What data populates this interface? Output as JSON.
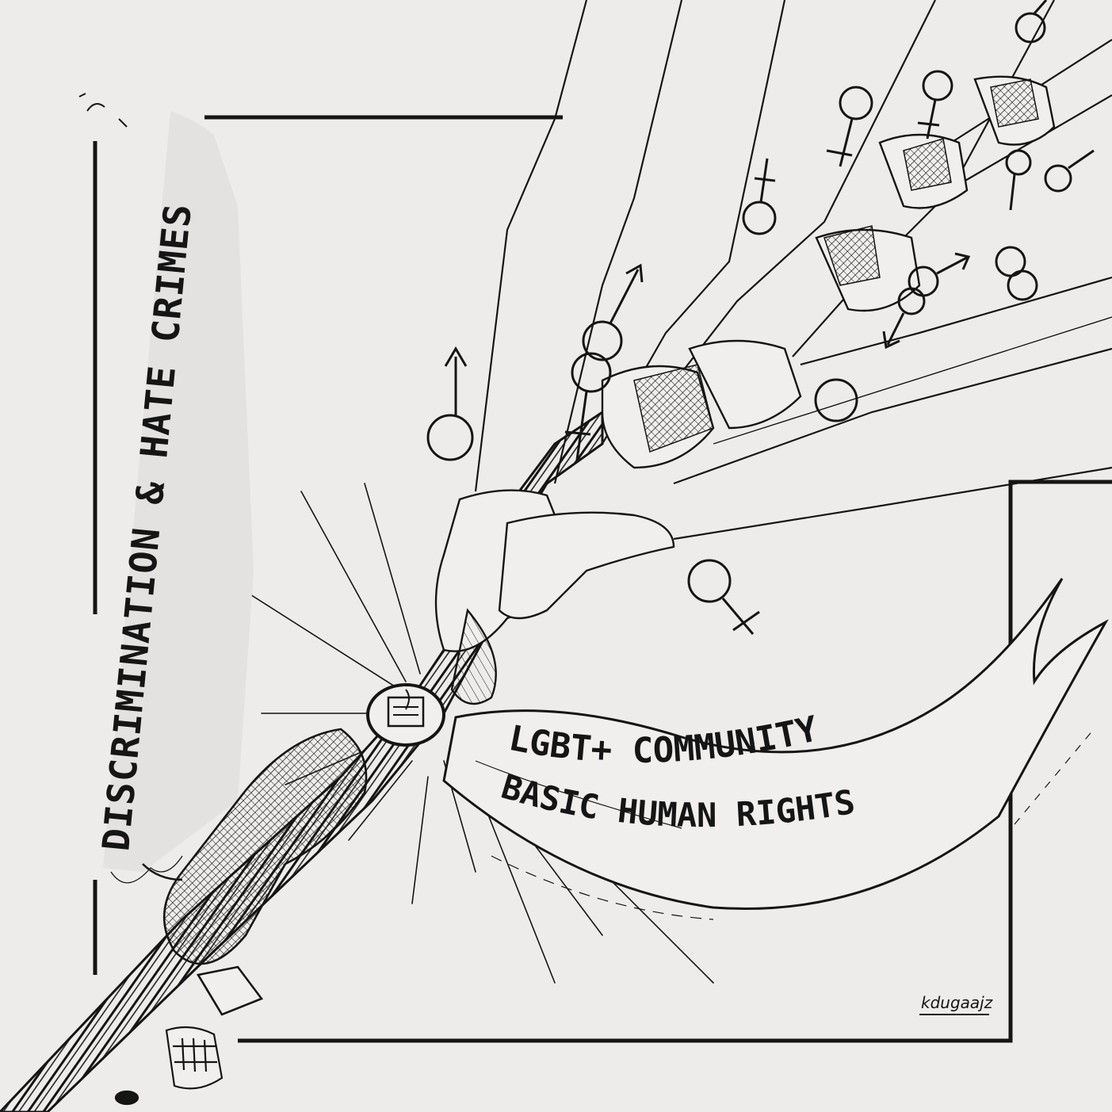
{
  "illustration": {
    "left_banner_text": "DISCRIMINATION & HATE CRIMES",
    "right_banner_line1": "LGBT+ COMMUNITY",
    "right_banner_line2": "BASIC HUMAN RIGHTS",
    "signature": "kdugaajz",
    "icons": [
      "male-symbol",
      "female-symbol",
      "transgender-symbol",
      "book-emblem"
    ]
  },
  "colors": {
    "paper": "#eeeceb",
    "ink": "#151515"
  }
}
